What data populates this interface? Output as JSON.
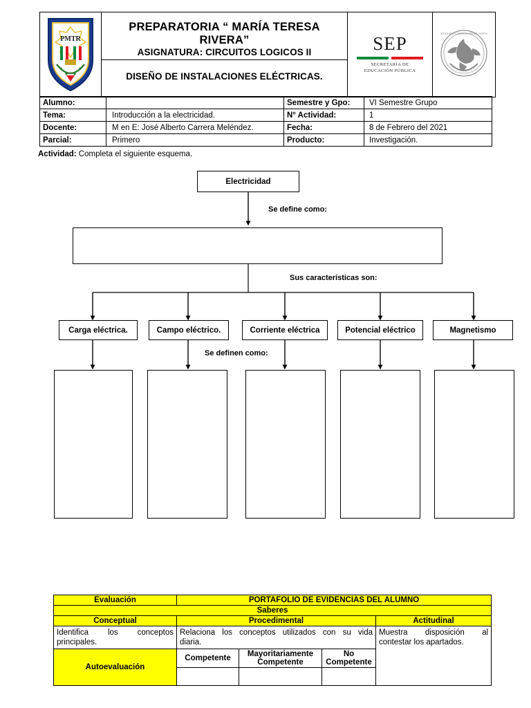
{
  "header": {
    "school_logo_text": "PMTR",
    "title_line1": "PREPARATORIA “ MARÍA TERESA RIVERA”",
    "title_line2": "ASIGNATURA: CIRCUITOS LOGICOS II",
    "title_line3": "DISEÑO DE INSTALACIONES ELÉCTRICAS.",
    "sep_word": "SEP",
    "sep_subtitle_line1": "SECRETARÍA DE",
    "sep_subtitle_line2": "EDUCACIÓN PÚBLICA",
    "colors": {
      "mexico_green": "#0a8a3c",
      "mexico_red": "#e01b24",
      "shield_blue": "#1a3a8f",
      "shield_gold": "#e8c23a",
      "highlight_yellow": "#ffff00"
    }
  },
  "info": {
    "rows": [
      {
        "label": "Alumno:",
        "value": "",
        "label2": "Semestre y Gpo:",
        "value2": "VI  Semestre       Grupo"
      },
      {
        "label": "Tema:",
        "value": "Introducción a la electricidad.",
        "label2": "N° Actividad:",
        "value2": "1"
      },
      {
        "label": "Docente:",
        "value": "M en E: José Alberto  Carrera Meléndez.",
        "label2": "Fecha:",
        "value2": "8 de Febrero del 2021"
      },
      {
        "label": "Parcial:",
        "value": "Primero",
        "label2": "Producto:",
        "value2": "Investigación."
      }
    ]
  },
  "activity": {
    "label": "Actividad:",
    "text": " Completa el siguiente esquema."
  },
  "diagram": {
    "root_label": "Electricidad",
    "connector_define": "Se define como:",
    "connector_features": "Sus  características son:",
    "connector_define_plural": "Se definen  como:",
    "definition_box_text": "",
    "features": [
      {
        "label": "Carga eléctrica.",
        "definition": ""
      },
      {
        "label": "Campo eléctrico.",
        "definition": ""
      },
      {
        "label": "Corriente eléctrica",
        "definition": ""
      },
      {
        "label": "Potencial eléctrico",
        "definition": ""
      },
      {
        "label": "Magnetismo",
        "definition": ""
      }
    ]
  },
  "evaluation": {
    "col_eval": "Evaluación",
    "title": "PORTAFOLIO  DE  EVIDENCIAS   DEL   ALUMNO",
    "saberes": "Saberes",
    "headers": {
      "conceptual": "Conceptual",
      "procedimental": "Procedimental",
      "actitudinal": "Actitudinal"
    },
    "descriptions": {
      "conceptual": "Identifica los conceptos principales.",
      "conceptual_a": "Identifica   los   conceptos",
      "conceptual_b": "principales.",
      "procedimental": "Relaciona los conceptos utilizados  con su vida diaria.",
      "procedimental_a": "Relaciona  los conceptos utilizados  con su vida",
      "procedimental_b": "diaria.",
      "actitudinal": "Muestra disposición al contestar los apartados.",
      "actitudinal_a": "Muestra      disposición      al",
      "actitudinal_b": "contestar los apartados."
    },
    "autoevaluacion": "Autoevaluación",
    "levels": [
      "Competente",
      "Mayoritariamente Competente",
      "No Competente"
    ],
    "level_values": [
      "",
      "",
      ""
    ]
  }
}
